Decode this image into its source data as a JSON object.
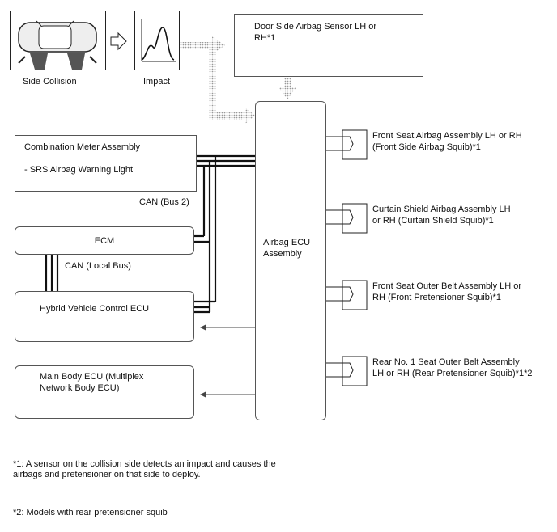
{
  "side_collision": {
    "label": "Side Collision"
  },
  "impact": {
    "label": "Impact"
  },
  "door_sensor": {
    "label": "Door Side Airbag Sensor LH or\nRH*1"
  },
  "combination_meter": {
    "title": "Combination Meter Assembly",
    "sub": "- SRS Airbag Warning Light"
  },
  "can_bus2": {
    "label": "CAN (Bus 2)"
  },
  "ecm": {
    "label": "ECM"
  },
  "can_local": {
    "label": "CAN (Local Bus)"
  },
  "hybrid_ecu": {
    "label": "Hybrid Vehicle Control ECU"
  },
  "main_body_ecu": {
    "label": "Main Body ECU (Multiplex\nNetwork Body ECU)"
  },
  "airbag_ecu": {
    "label": "Airbag ECU\nAssembly"
  },
  "outputs": [
    {
      "label": "Front Seat Airbag Assembly LH or RH\n(Front Side Airbag Squib)*1"
    },
    {
      "label": "Curtain Shield Airbag Assembly LH\nor RH (Curtain Shield Squib)*1"
    },
    {
      "label": "Front Seat Outer Belt Assembly LH or\nRH (Front Pretensioner Squib)*1"
    },
    {
      "label": "Rear No. 1 Seat Outer Belt Assembly\nLH or RH (Rear Pretensioner Squib)*1*2"
    }
  ],
  "notes": {
    "note1": "*1: A sensor on the collision side detects an impact and causes the\nairbags and pretensioner on that side to deploy.",
    "note2": "*2: Models with rear pretensioner squib"
  }
}
